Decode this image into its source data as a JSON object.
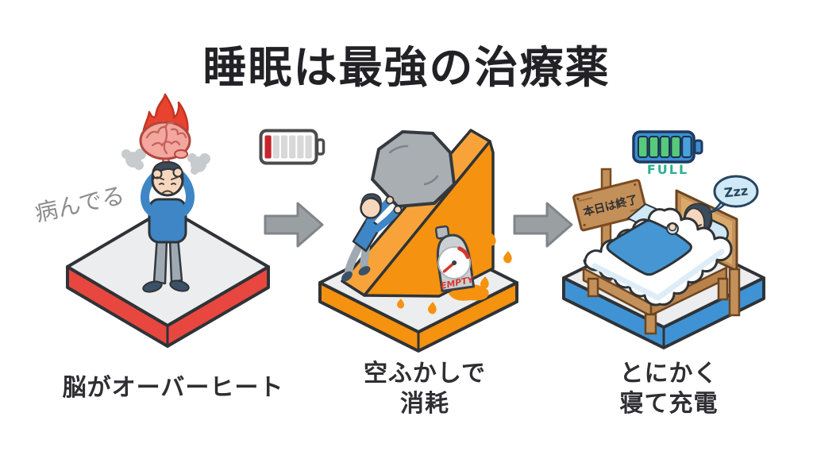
{
  "title": "睡眠は最強の治療薬",
  "panels": {
    "overheat": {
      "annotation": "病んでる",
      "caption": "脳がオーバーヒート"
    },
    "idle": {
      "gauge_label": "EMPTY",
      "caption_line1": "空ふかしで",
      "caption_line2": "消耗"
    },
    "recharge": {
      "battery_label": "FULL",
      "sign_text": "本日は終了",
      "bubble_text": "Zzz",
      "caption_line1": "とにかく",
      "caption_line2": "寝て充電"
    }
  },
  "icons": {
    "battery_low": "battery-low-icon",
    "battery_full": "battery-full-icon",
    "arrow_right": "arrow-right-icon",
    "burning_brain": "burning-brain-icon",
    "steam_puff": "steam-puff-icon",
    "fuel_gauge": "fuel-gauge-icon",
    "droplet": "droplet-icon",
    "wooden_sign": "wooden-sign-icon",
    "sleep_bubble": "sleep-bubble-icon"
  },
  "colors": {
    "background": "#ffffff",
    "title_text": "#222226",
    "caption_text": "#2e2e33",
    "annotation_text": "#8d8d8d",
    "arrow": "#9aa0a2",
    "platform_top": "#ecedee",
    "platform_side_red": "#e8473f",
    "platform_side_orange": "#f5920f",
    "platform_side_blue": "#3f93d4",
    "battery_low_cell": "#c9242b",
    "battery_empty_cell": "#d8d8d8",
    "battery_full_body": "#3d8ed2",
    "battery_full_cell": "#58c97b",
    "full_label": "#2fae93",
    "empty_label": "#d5372c",
    "flame": "#e8432e",
    "flame_inner": "#f59122",
    "brain": "#f3a79e",
    "shirt": "#3e86c5",
    "pants": "#9fa9b2",
    "skin": "#f6d7bd",
    "hair": "#3d4a57",
    "boulder": "#a9aeb3",
    "ramp_light": "#f8a33a",
    "ramp_main": "#f5920f",
    "wood": "#c49059",
    "duvet": "#4596d2",
    "sheet": "#cfe8f4",
    "bubble_fill": "#cfe9f6",
    "bubble_stroke": "#27455f"
  }
}
